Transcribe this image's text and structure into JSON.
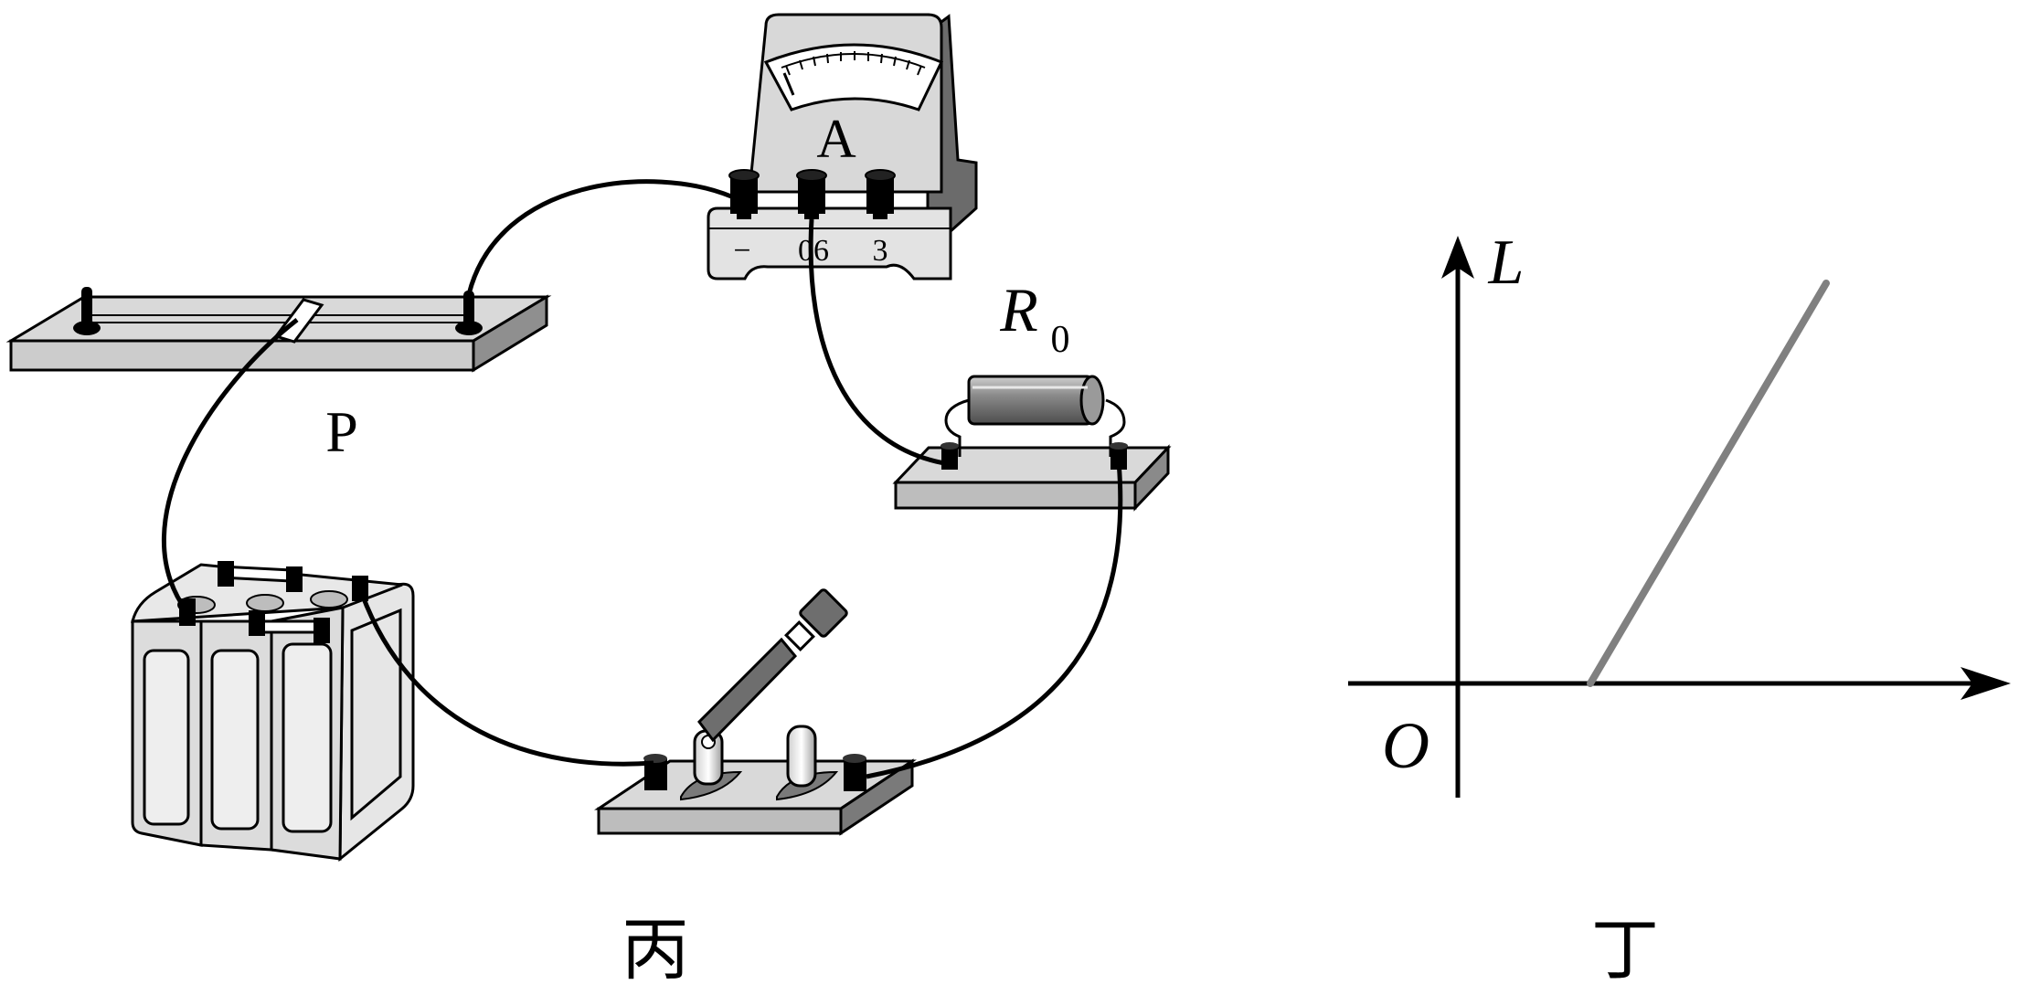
{
  "figure_bing": {
    "caption": "丙",
    "rheostat_label": "P",
    "ammeter": {
      "label": "A",
      "terminal_minus": "−",
      "terminal_06": "06",
      "terminal_3": "3"
    },
    "resistor": {
      "label_main": "R",
      "label_sub": "0"
    }
  },
  "figure_ding": {
    "caption": "丁",
    "y_axis_label": "L",
    "origin_label": "O"
  },
  "colors": {
    "ink": "#000000",
    "metal_light": "#e6e6e6",
    "metal_mid": "#bdbdbd",
    "metal_dark": "#6f6f6f",
    "graph_line": "#808080"
  }
}
